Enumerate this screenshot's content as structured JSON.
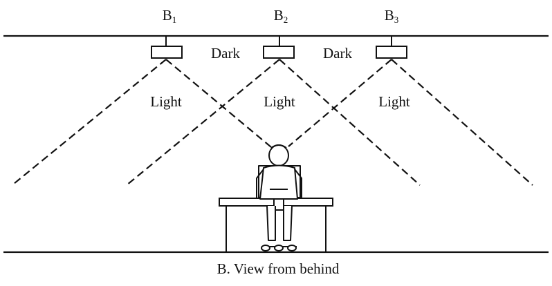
{
  "fixtures": [
    {
      "name": "B",
      "sub": "1"
    },
    {
      "name": "B",
      "sub": "2"
    },
    {
      "name": "B",
      "sub": "3"
    }
  ],
  "zones": {
    "dark": [
      "Dark",
      "Dark"
    ],
    "light": [
      "Light",
      "Light",
      "Light"
    ]
  },
  "caption": "B. View from behind",
  "colors": {
    "line": "#111111",
    "background": "#ffffff"
  }
}
